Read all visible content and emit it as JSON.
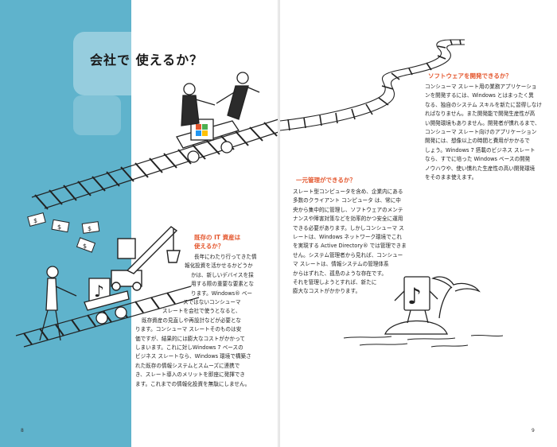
{
  "left_page": {
    "title": "会社で 使えるか？",
    "page_number": "8",
    "section": {
      "heading_lines": [
        "既存の IT 資産は",
        "使えるか？"
      ],
      "lines": [
        "長年にわたり行ってきた情",
        "報化投資を活かせるかどうか",
        "かは、新しいデバイスを採",
        "用する際の重要な要素とな",
        "ります。Windows® ベー",
        "スではないコンシューマ",
        "スレートを会社で使うとなると、",
        "既存資産の見直しや再設計などが必要とな",
        "ります。コンシューマ スレートそのものは安",
        "価ですが、結果的には膨大なコストがかかって",
        "しまいます。これに対しWindows 7 ベースの",
        "ビジネス スレートなら、Windows 環境で構築さ",
        "れた既存の情報システムとスムーズに連携で",
        "き、スレート導入のメリットを即座に発揮でき",
        "ます。これまでの情報化投資を無駄にしません。"
      ]
    }
  },
  "right_page": {
    "page_number": "9",
    "section_software": {
      "heading": "ソフトウェアを開発できるか？",
      "lines": [
        "コンシューマ スレート用の業務アプリケーショ",
        "ンを開発するには、Windows とはまったく異",
        "なる、独自のシステム スキルを新たに習得しなけ",
        "ればなりません。また開発能で開発生産性が高",
        "い開発環境もありません。開発者が慣れるまで、",
        "コンシューマ スレート向けのアプリケーション",
        "開発には、想像以上の時間と費用がかかるで",
        "しょう。Windows 7 搭載のビジネス スレート",
        "なら、すでに培った Windows ベースの開発",
        "ノウハウや、使い慣れた生産性の高い開発環境",
        "をそのまま使えます。"
      ]
    },
    "section_management": {
      "heading": "一元管理ができるか？",
      "lines": [
        "スレート型コンピュータを含め、企業内にある",
        "多数のクライアント コンピュータ は、常に中",
        "央から集中的に管理し、ソフトウェアのメンテ",
        "ナンスや障害対策などを効率的かつ安全に運用",
        "できる必要があります。しかしコンシューマ ス",
        "レートは、Windows ネットワーク環境でこれ",
        "を実現する Active Directory® では管理できま",
        "せん。システム管理者から見れば、コンシュー",
        "マ スレートは、情報システムの管理体系",
        "からはずれた、孤島のような存在です。",
        "それを管理しようとすれば、新たに",
        "膨大なコストがかかります。"
      ]
    }
  },
  "colors": {
    "band": "#5fb3cc",
    "heading_accent": "#e4572e",
    "text": "#222222"
  },
  "icons": [
    "railroad-track",
    "handcar-with-windows-logo",
    "crane-scooping-cash",
    "handcar-with-music-note",
    "island-with-music-device"
  ]
}
